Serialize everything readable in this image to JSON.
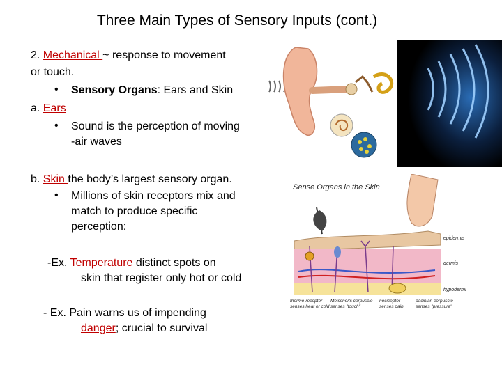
{
  "slide": {
    "title": "Three Main Types of Sensory Inputs (cont.)",
    "l1": {
      "pre": "2. ",
      "term": "Mechanical ",
      "post": " ~ response to movement"
    },
    "l2": "or touch.",
    "b1": {
      "bold": "Sensory Organs",
      "rest": ": Ears and Skin"
    },
    "l3": {
      "pre": "a. ",
      "term": "Ears "
    },
    "b2": {
      "line1": "Sound is the perception of moving",
      "line2": "-air waves"
    },
    "l4": {
      "pre": "b.  ",
      "term": "Skin ",
      "post": "the body’s largest sensory organ."
    },
    "b3": {
      "line1": "Millions of skin receptors mix and",
      "line2": "match to produce specific",
      "line3": "perception:"
    },
    "ex1": {
      "pre": "-Ex. ",
      "term": "Temperature",
      "post": " distinct spots on",
      "line2": "skin that register only hot or cold"
    },
    "ex2": {
      "line1": "- Ex. Pain warns us of impending",
      "term": "danger",
      "post": "; crucial to survival"
    },
    "bullet_glyph": "•",
    "skin_diagram": {
      "title": "Sense Organs in the Skin",
      "layers": [
        "epidermis",
        "dermis",
        "hypodermis"
      ],
      "receptors": [
        {
          "name": "thermo-receptor",
          "desc": "senses heat or cold"
        },
        {
          "name": "Meissner's corpuscle",
          "desc": "senses \"touch\""
        },
        {
          "name": "nociceptor",
          "desc": "senses pain"
        },
        {
          "name": "pacinian corpuscle",
          "desc": "senses \"pressure\""
        }
      ]
    }
  }
}
